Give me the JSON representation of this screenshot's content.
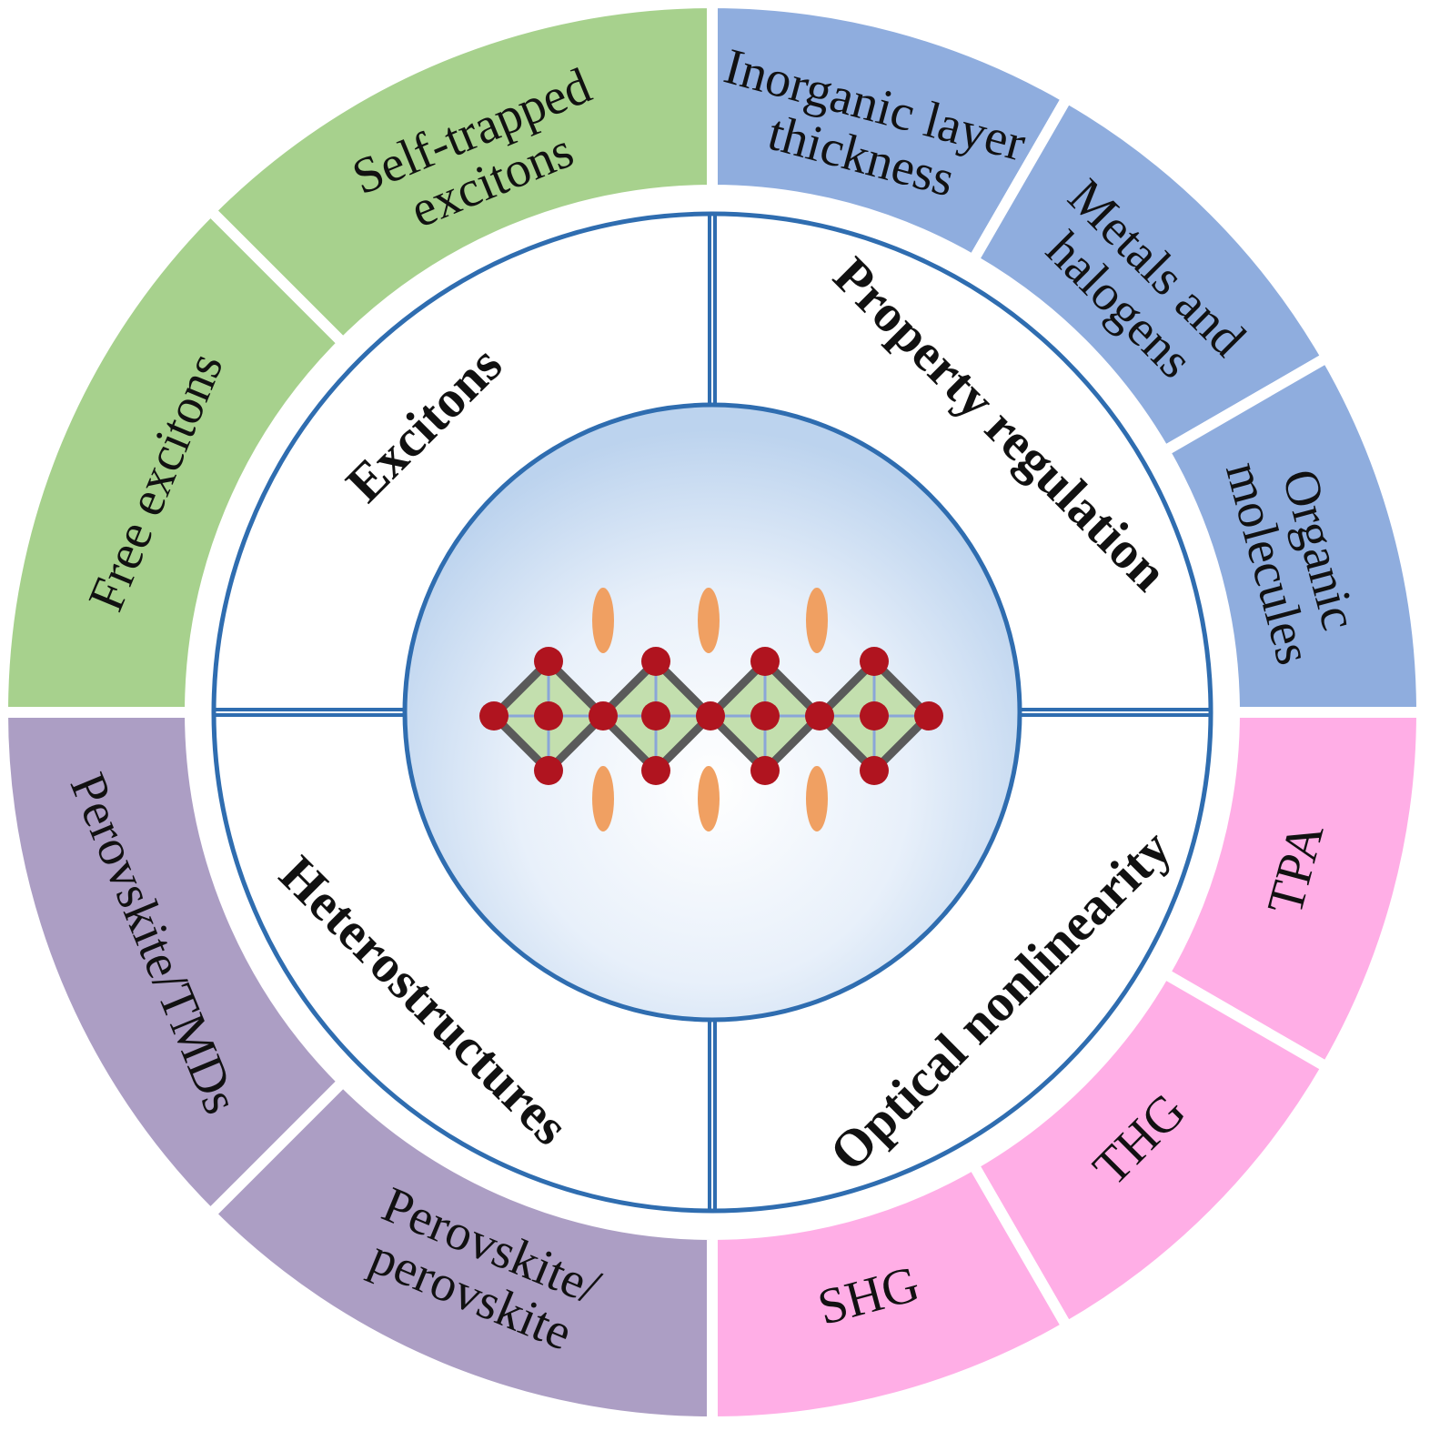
{
  "colors": {
    "green": "#a7d18d",
    "blue": "#8fadde",
    "purple": "#ac9ec4",
    "pink": "#ffaee6",
    "ring_line": "#2f6db0",
    "center_fill": "#dbe8f7",
    "atom_red": "#b0141f",
    "octa_green": "#c3dfae",
    "octa_edge": "#5a5a5a",
    "molecule_orange": "#f0a062"
  },
  "quadrants": [
    {
      "id": "excitons",
      "title": "Excitons",
      "color": "green",
      "outer_labels": [
        {
          "lines": [
            "Free excitons"
          ]
        },
        {
          "lines": [
            "Self-trapped",
            "excitons"
          ]
        }
      ]
    },
    {
      "id": "property-regulation",
      "title": "Property regulation",
      "color": "blue",
      "outer_labels": [
        {
          "lines": [
            "Inorganic layer",
            "thickness"
          ]
        },
        {
          "lines": [
            "Metals and",
            "halogens"
          ]
        },
        {
          "lines": [
            "Organic",
            "molecules"
          ]
        }
      ]
    },
    {
      "id": "optical-nonlinearity",
      "title": "Optical nonlinearity",
      "color": "pink",
      "outer_labels": [
        {
          "lines": [
            "TPA"
          ]
        },
        {
          "lines": [
            "THG"
          ]
        },
        {
          "lines": [
            "SHG"
          ]
        }
      ]
    },
    {
      "id": "heterostructures",
      "title": "Heterostructures",
      "color": "purple",
      "outer_labels": [
        {
          "lines": [
            "Perovskite/TMDs"
          ]
        },
        {
          "lines": [
            "Perovskite/",
            "perovskite"
          ]
        }
      ]
    }
  ],
  "center_icon": "layered-perovskite-structure"
}
